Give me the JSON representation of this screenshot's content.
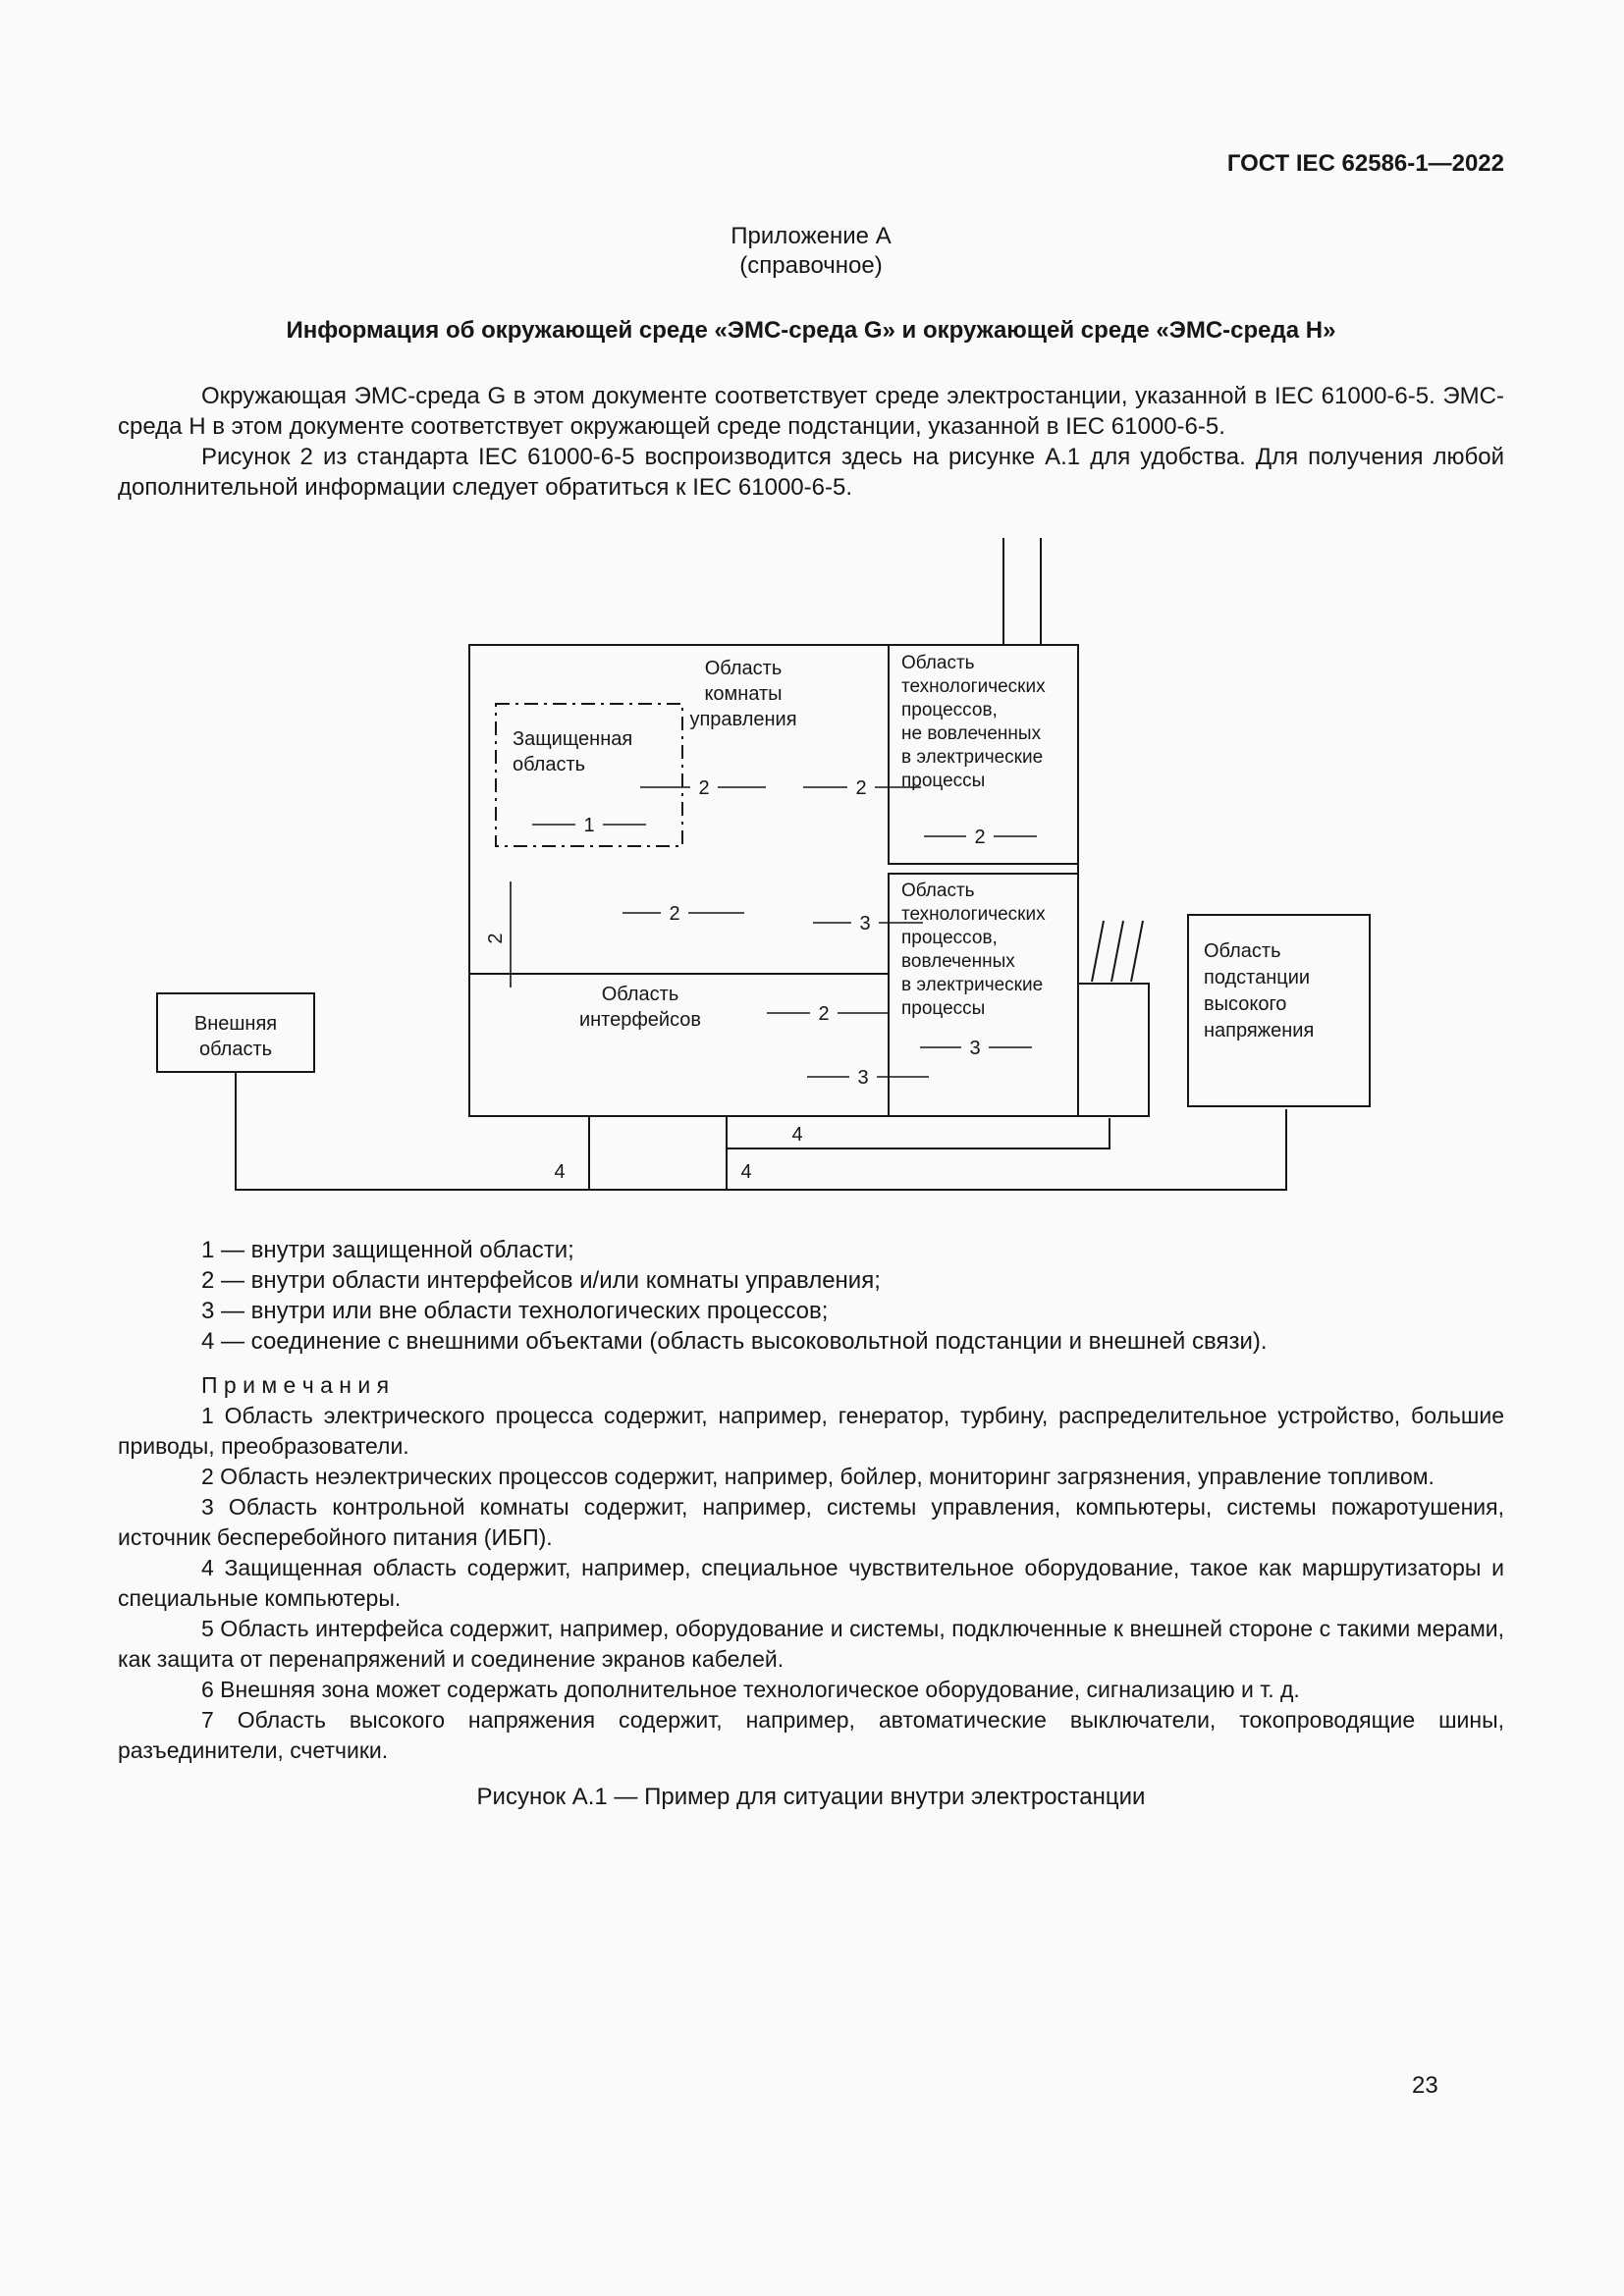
{
  "header": {
    "standard": "ГОСТ IEC 62586-1—2022"
  },
  "appendix": {
    "label": "Приложение А",
    "kind": "(справочное)",
    "title": "Информация об окружающей среде «ЭМС-среда G» и окружающей среде «ЭМС-среда H»"
  },
  "paragraphs": [
    "Окружающая ЭМС-среда G в этом документе соответствует среде электростанции, указанной в IEC 61000-6-5. ЭМС-среда H в этом документе соответствует окружающей среде подстанции, указанной в IEC 61000-6-5.",
    "Рисунок 2 из стандарта IEC 61000-6-5 воспроизводится здесь на рисунке А.1 для удобства. Для получения любой дополнительной информации следует обратиться к IEC 61000-6-5."
  ],
  "figure": {
    "labels": {
      "protected_area": "Защищенная\nобласть",
      "control_room": "Область\nкомнаты\nуправления",
      "process_non_electrical": "Область\nтехнологических\nпроцессов,\nне вовлеченных\nв электрические\nпроцессы",
      "process_electrical": "Область\nтехнологических\nпроцессов,\nвовлеченных\nв электрические\nпроцессы",
      "interfaces": "Область\nинтерфейсов",
      "external": "Внешняя\nобласть",
      "hv_substation": "Область\nподстанции\nвысокого\nнапряжения"
    },
    "ports": {
      "p1": "1",
      "p2": "2",
      "p3": "3",
      "p4": "4"
    },
    "caption": "Рисунок А.1 — Пример для ситуации внутри электростанции"
  },
  "legend": [
    "1 — внутри защищенной области;",
    "2 — внутри области интерфейсов и/или комнаты управления;",
    "3 — внутри или вне области технологических процессов;",
    "4 — соединение с внешними объектами (область высоковольтной подстанции и внешней связи)."
  ],
  "notes": {
    "title": "П р и м е ч а н и я",
    "items": [
      "1 Область электрического процесса содержит, например, генератор, турбину, распределительное устройство, большие приводы, преобразователи.",
      "2 Область неэлектрических процессов содержит, например, бойлер, мониторинг загрязнения, управление топливом.",
      "3 Область контрольной комнаты содержит, например, системы управления, компьютеры, системы пожаротушения, источник бесперебойного питания (ИБП).",
      "4 Защищенная область содержит, например, специальное чувствительное оборудование, такое как маршрутизаторы и специальные компьютеры.",
      "5 Область интерфейса содержит, например, оборудование и системы, подключенные к внешней стороне с такими мерами, как защита от перенапряжений и соединение экранов кабелей.",
      "6 Внешняя зона может содержать дополнительное технологическое оборудование, сигнализацию и т. д.",
      "7 Область высокого напряжения содержит, например, автоматические выключатели, токопроводящие шины, разъединители, счетчики."
    ]
  },
  "page_number": "23"
}
